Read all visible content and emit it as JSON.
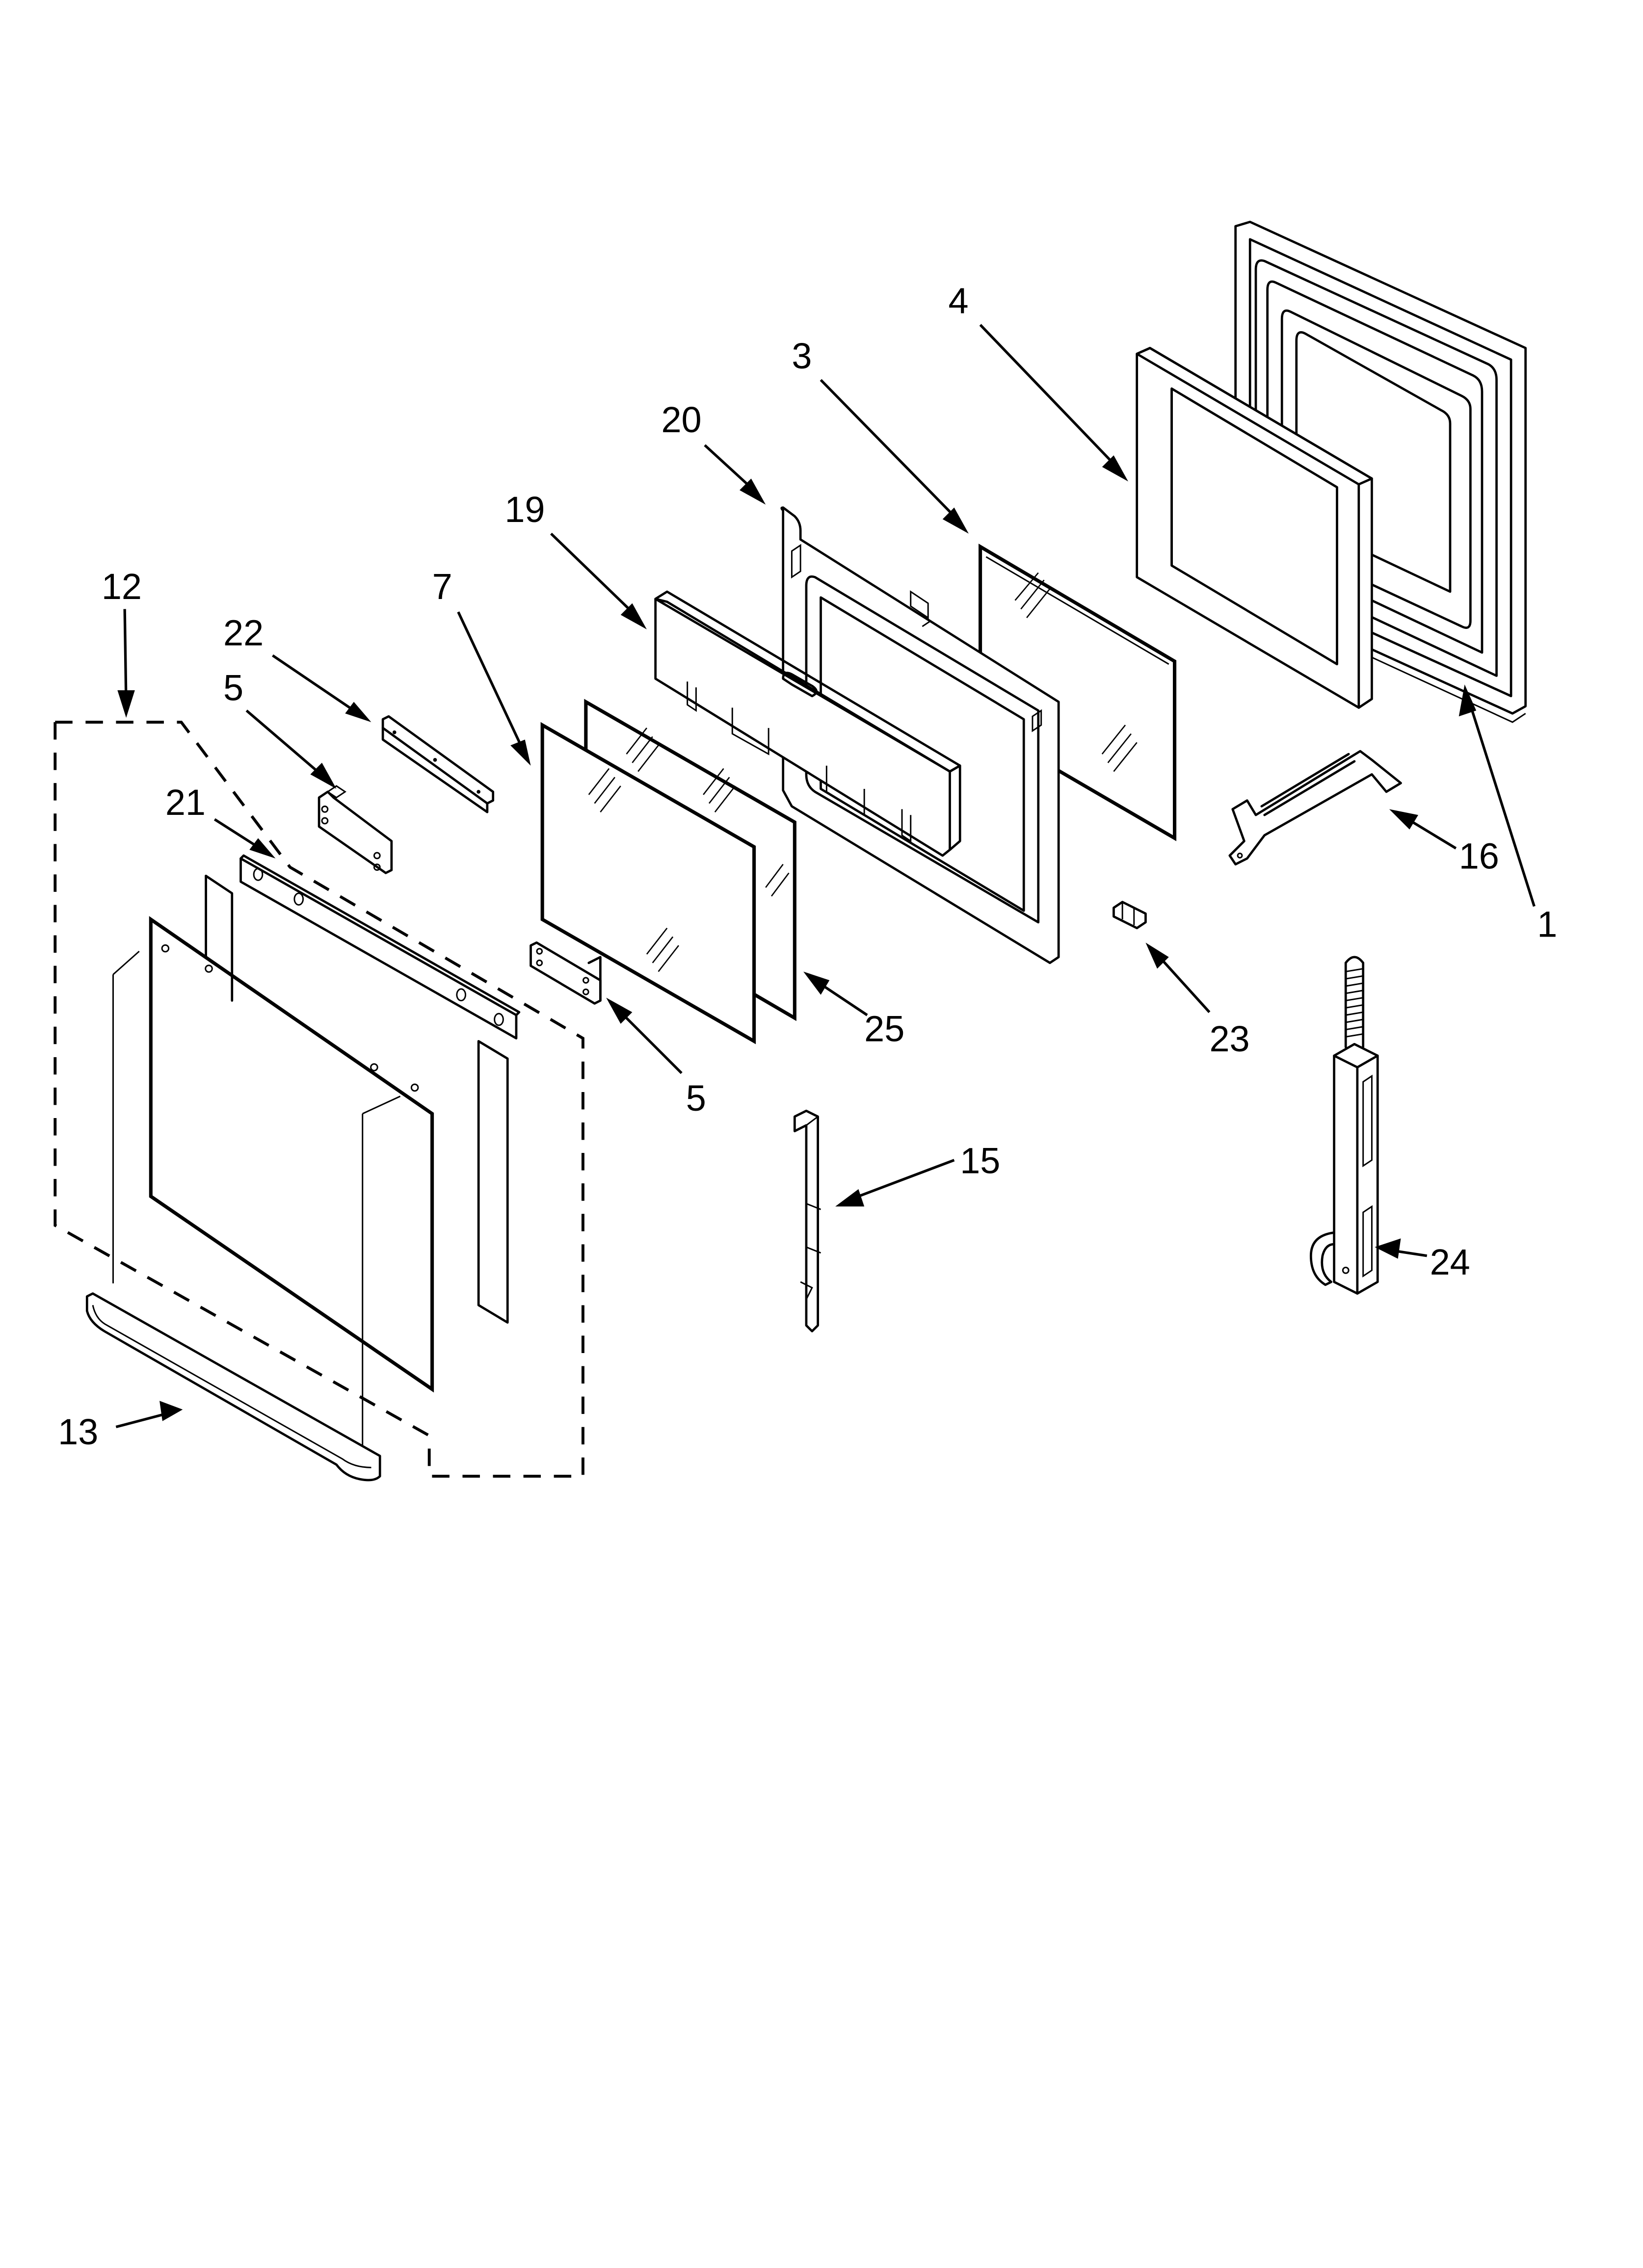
{
  "diagram": {
    "type": "exploded-parts-view",
    "background": "#ffffff",
    "ink": "#000000",
    "callouts": [
      {
        "id": "c1",
        "text": "1"
      },
      {
        "id": "c3",
        "text": "3"
      },
      {
        "id": "c4",
        "text": "4"
      },
      {
        "id": "c5a",
        "text": "5"
      },
      {
        "id": "c5b",
        "text": "5"
      },
      {
        "id": "c7",
        "text": "7"
      },
      {
        "id": "c12",
        "text": "12"
      },
      {
        "id": "c13",
        "text": "13"
      },
      {
        "id": "c15",
        "text": "15"
      },
      {
        "id": "c16",
        "text": "16"
      },
      {
        "id": "c19",
        "text": "19"
      },
      {
        "id": "c20",
        "text": "20"
      },
      {
        "id": "c21",
        "text": "21"
      },
      {
        "id": "c22",
        "text": "22"
      },
      {
        "id": "c23",
        "text": "23"
      },
      {
        "id": "c24",
        "text": "24"
      },
      {
        "id": "c25",
        "text": "25"
      }
    ]
  }
}
